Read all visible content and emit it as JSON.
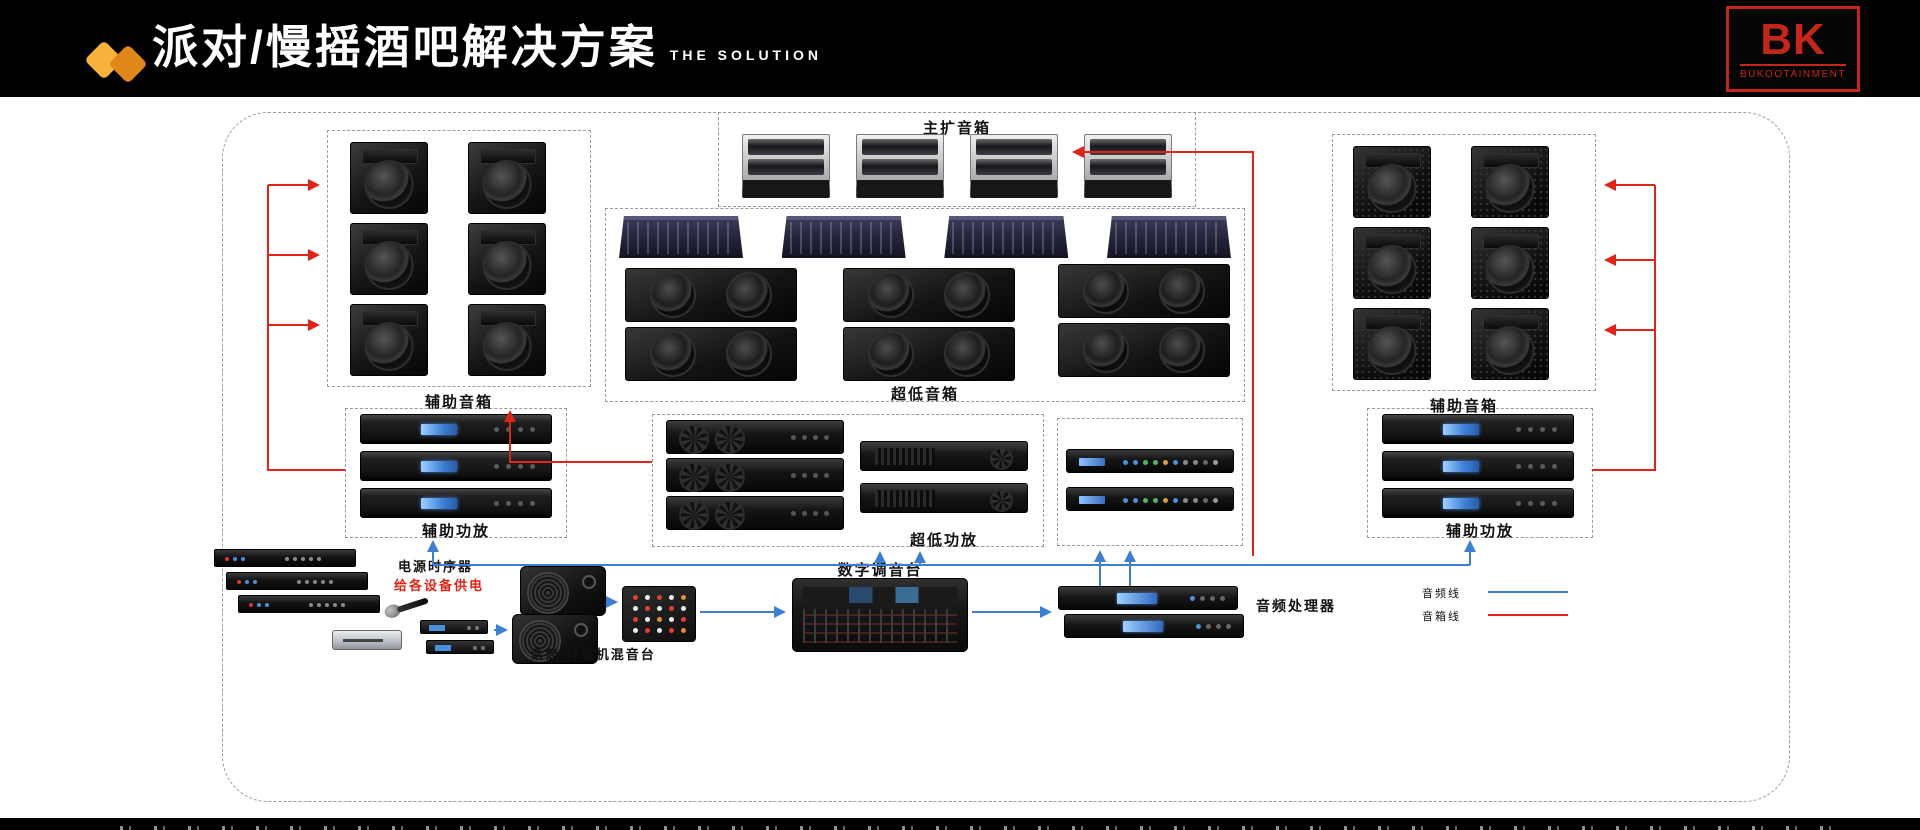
{
  "header": {
    "title": "派对/慢摇酒吧解决方案",
    "subtitle": "THE SOLUTION",
    "logo": {
      "brand": "BK",
      "company": "BUKOOTAINMENT"
    }
  },
  "diagram": {
    "groups": {
      "main_speakers": "主扩音箱",
      "aux_speakers_left": "辅助音箱",
      "aux_speakers_right": "辅助音箱",
      "subwoofers": "超低音箱",
      "aux_amps_left": "辅助功放",
      "sub_amps": "超低功放",
      "aux_amps_right": "辅助功放"
    },
    "devices": {
      "power_sequencer": "电源时序器",
      "power_note": "给各设备供电",
      "mic_dj_mixer": "话筒/打碟机混音台",
      "digital_console": "数字调音台",
      "audio_processor": "音频处理器"
    }
  },
  "legend": {
    "audio_line": "音频线",
    "speaker_line": "音箱线",
    "audio_line_color": "#3f7fd0",
    "speaker_line_color": "#e02518"
  },
  "colors": {
    "header_bg": "#000000",
    "accent_orange": "#f09a2e",
    "brand_red": "#c3271c"
  }
}
